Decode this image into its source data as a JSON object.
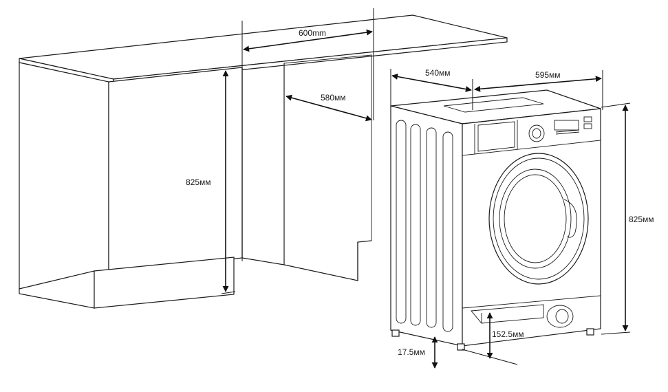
{
  "dimensions": {
    "cabinet_width": "600mm",
    "machine_depth": "540мм",
    "machine_width": "595мм",
    "cabinet_depth": "580мм",
    "cabinet_height": "825мм",
    "machine_height": "825мм",
    "plinth_height": "152.5мм",
    "foot_height": "17.5мм"
  },
  "colors": {
    "line": "#1a1a1a",
    "background": "#ffffff"
  }
}
